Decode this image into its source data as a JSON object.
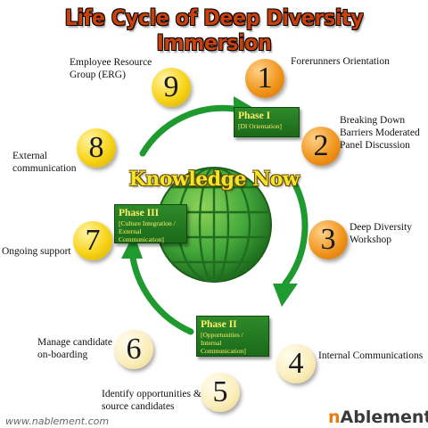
{
  "title": "Life Cycle of Deep Diversity Immersion",
  "center_text": "Knowledge Now",
  "phases": [
    {
      "title": "Phase I",
      "subtitle": "[DI Orientation]"
    },
    {
      "title": "Phase II",
      "subtitle": "[Opportunities / Internal Communication]"
    },
    {
      "title": "Phase III",
      "subtitle": "[Culture Integration / External Communication]"
    }
  ],
  "steps": [
    {
      "number": "1",
      "label": "Forerunners Orientation",
      "color": "orange"
    },
    {
      "number": "2",
      "label": "Breaking Down Barriers Moderated Panel Discussion",
      "color": "orange"
    },
    {
      "number": "3",
      "label": "Deep Diversity Workshop",
      "color": "orange"
    },
    {
      "number": "4",
      "label": "Internal Communications",
      "color": "cream"
    },
    {
      "number": "5",
      "label": "Identify opportunities & source candidates",
      "color": "cream"
    },
    {
      "number": "6",
      "label": "Manage candidate on-boarding",
      "color": "cream"
    },
    {
      "number": "7",
      "label": "Ongoing support",
      "color": "yellow"
    },
    {
      "number": "8",
      "label": "External communication",
      "color": "yellow"
    },
    {
      "number": "9",
      "label": "Employee Resource Group (ERG)",
      "color": "yellow"
    }
  ],
  "footer": {
    "website": "www.nablement.com",
    "brand_prefix": "n",
    "brand_rest": "Ablement"
  },
  "colors": {
    "arrow_green": "#1f9a2e",
    "globe_green": "#43a83a",
    "title_orange": "#c8400c",
    "brand_orange": "#e87a10"
  }
}
